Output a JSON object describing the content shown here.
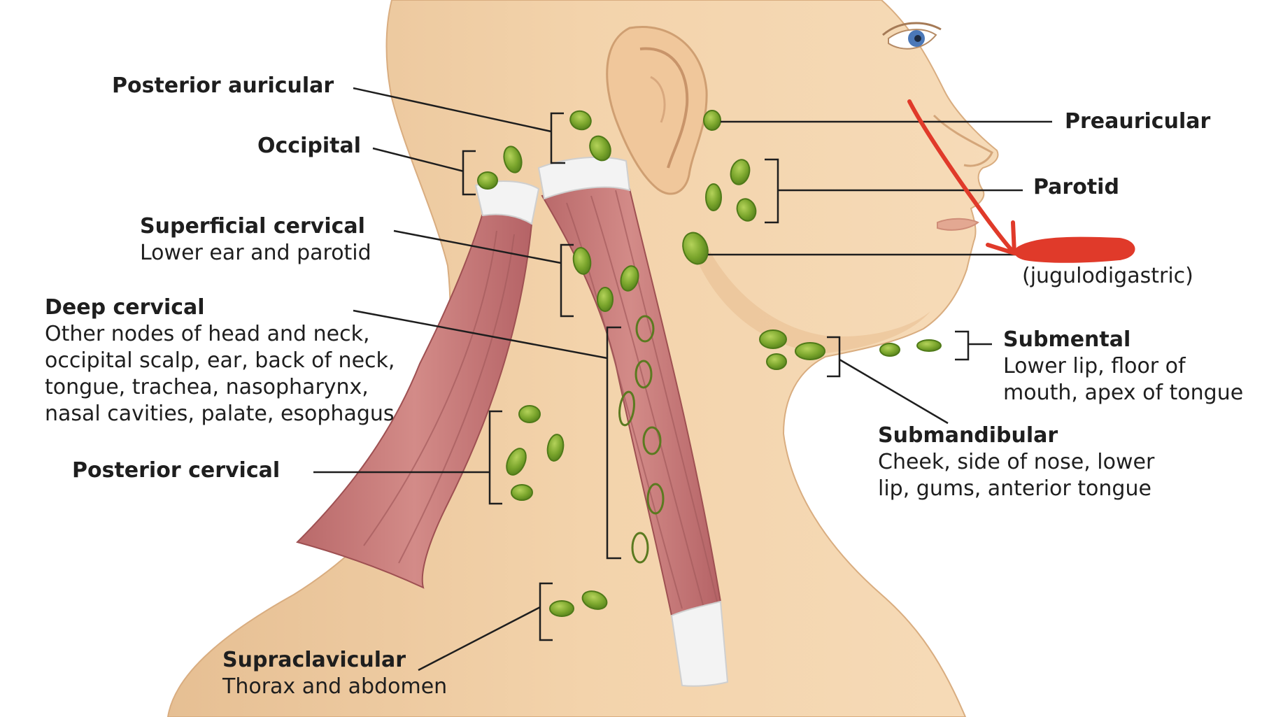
{
  "diagram": {
    "colors": {
      "skin": "#f1cfa6",
      "skin_shadow": "#e3b98c",
      "muscle": "#c97a78",
      "muscle_dark": "#a8585a",
      "tendon": "#f4f4f4",
      "node_fill": "#7aa52c",
      "node_highlight": "#a6c94a",
      "node_outline": "#4f7a18",
      "leader_line": "#1e1e1e",
      "annotation": "#e03a2a"
    },
    "labels": {
      "posterior_auricular": {
        "title": "Posterior auricular"
      },
      "occipital": {
        "title": "Occipital"
      },
      "superficial_cervical": {
        "title": "Superficial cervical",
        "desc": "Lower ear and parotid"
      },
      "deep_cervical": {
        "title": "Deep cervical",
        "desc": [
          "Other nodes of head and neck,",
          "occipital scalp, ear, back of neck,",
          "tongue, trachea, nasopharynx,",
          "nasal cavities, palate, esophagus"
        ]
      },
      "posterior_cervical": {
        "title": "Posterior cervical"
      },
      "supraclavicular": {
        "title": "Supraclavicular",
        "desc": "Thorax and abdomen"
      },
      "preauricular": {
        "title": "Preauricular"
      },
      "parotid": {
        "title": "Parotid"
      },
      "tonsillar": {
        "desc": "(jugulodigastric)"
      },
      "submental": {
        "title": "Submental",
        "desc": [
          "Lower lip, floor of",
          "mouth, apex of tongue"
        ]
      },
      "submandibular": {
        "title": "Submandibular",
        "desc": [
          "Cheek, side of nose, lower",
          "lip, gums, anterior tongue"
        ]
      }
    }
  }
}
